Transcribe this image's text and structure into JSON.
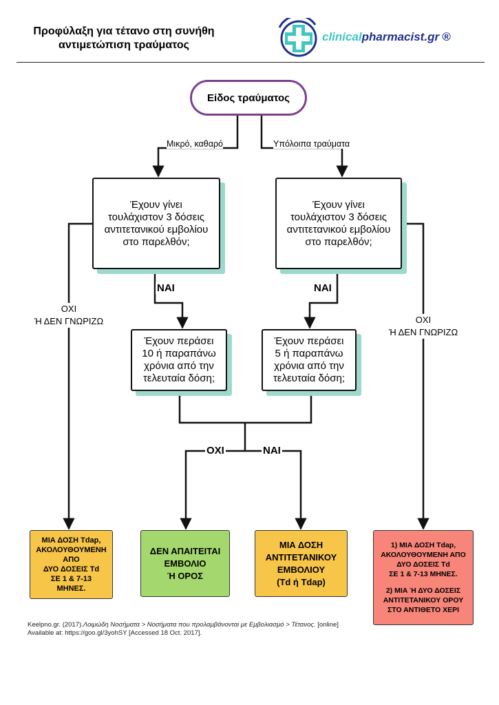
{
  "header": {
    "title_line1": "Προφύλαξη για τέτανο στη συνήθη",
    "title_line2": "αντιμετώπιση τραύματος",
    "logo_part1": "clinical",
    "logo_part2": "pharmacist",
    "logo_part3": ".gr",
    "logo_mark": "®"
  },
  "colors": {
    "root_border": "#7b3f8c",
    "question_shadow": "#9ed9cd",
    "yellow_result": "#f7c548",
    "green_result": "#a4d86e",
    "red_result": "#f7857a",
    "logo_teal": "#3ec6c0",
    "logo_navy": "#1f2f8a"
  },
  "icons": {
    "logo": "medical-cross-icon"
  },
  "flow": {
    "root": "Είδος τραύματος",
    "branch_left": "Μικρό, καθαρό",
    "branch_right": "Υπόλοιπα τραύματα",
    "q_doses_left": [
      "Έχουν γίνει",
      "τουλάχιστον 3 δόσεις",
      "αντιτετανικού εμβολίου",
      "στο παρελθόν;"
    ],
    "q_doses_right": [
      "Έχουν γίνει",
      "τουλάχιστον 3 δόσεις",
      "αντιτετανικού εμβολίου",
      "στο παρελθόν;"
    ],
    "yes": "ΝΑΙ",
    "no": "ΟΧΙ",
    "no_or_unknown": [
      "ΟΧΙ",
      "Ή ΔΕΝ ΓΝΩΡΙΖΩ"
    ],
    "q_years_left": [
      "Έχουν περάσει",
      "10 ή παραπάνω",
      "χρόνια από την",
      "τελευταία δόση;"
    ],
    "q_years_right": [
      "Έχουν περάσει",
      "5 ή παραπάνω",
      "χρόνια από την",
      "τελευταία δόση;"
    ],
    "result_tdap_series": [
      "ΜΙΑ ΔΟΣΗ Tdap,",
      "ΑΚΟΛΟΥΘΟΥΜΕΝΗ",
      "ΑΠΟ",
      "ΔΥΟ ΔΟΣΕΙΣ Td",
      "ΣΕ 1 & 7-13",
      "ΜΗΝΕΣ."
    ],
    "result_none": [
      "ΔΕΝ ΑΠΑΙΤΕΙΤΑΙ",
      "ΕΜΒΟΛΙΟ",
      "Ή ΟΡΟΣ"
    ],
    "result_one_dose": [
      "ΜΙΑ ΔΟΣΗ",
      "ΑΝΤΙΤΕΤΑΝΙΚΟΥ",
      "ΕΜΒΟΛΙΟΥ",
      "(Td ή Tdap)"
    ],
    "result_full": [
      "1) ΜΙΑ ΔΟΣΗ Tdap,",
      "ΑΚΟΛΟΥΘΟΥΜΕΝΗ ΑΠΟ",
      "ΔΥΟ ΔΟΣΕΙΣ Td",
      "ΣΕ 1 & 7-13 ΜΗΝΕΣ.",
      "2) ΜΙΑ Ή ΔΥΟ ΔΟΣΕΙΣ",
      "ΑΝΤΙΤΕΤΑΝΙΚΟΥ ΟΡΟΥ",
      "ΣΤΟ ΑΝΤΙΘΕΤΟ ΧΕΡΙ"
    ]
  },
  "citation": {
    "text_start": "Keelpno.gr. (2017).",
    "text_italic": "Λοιμώδη Νοσήματα > Νοσήματα που προλαμβάνονται με Εμβολιασμό > Τέτανος.",
    "text_end": " [online]",
    "line2": "Available at: https://goo.gl/3yohSY [Accessed 18 Oct. 2017]."
  }
}
